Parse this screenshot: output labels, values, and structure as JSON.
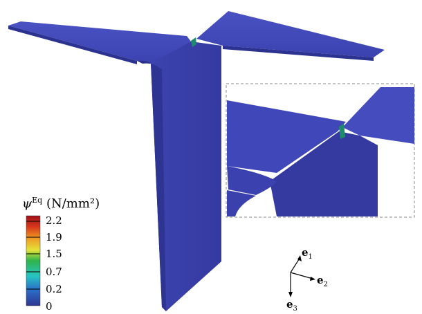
{
  "legend": {
    "symbol": "ψ",
    "superscript": "Eq",
    "unit": "(N/mm²)",
    "ticks": [
      "2.2",
      "1.9",
      "1.5",
      "0.7",
      "0.2",
      "0"
    ],
    "colors": [
      "#3a3d9a",
      "#2b7fd0",
      "#25c7c0",
      "#22b14c",
      "#e8e23a",
      "#f0a020",
      "#d83a1a",
      "#a4141a"
    ]
  },
  "axes": {
    "e1": {
      "base": "e",
      "sub": "1"
    },
    "e2": {
      "base": "e",
      "sub": "2"
    },
    "e3": {
      "base": "e",
      "sub": "3"
    }
  },
  "colors": {
    "plate": "#3f47b8",
    "plate_dark": "#2f3595",
    "plate_light": "#5057c4",
    "hotspot": "#1f8b6d",
    "inset_border": "#888888"
  }
}
